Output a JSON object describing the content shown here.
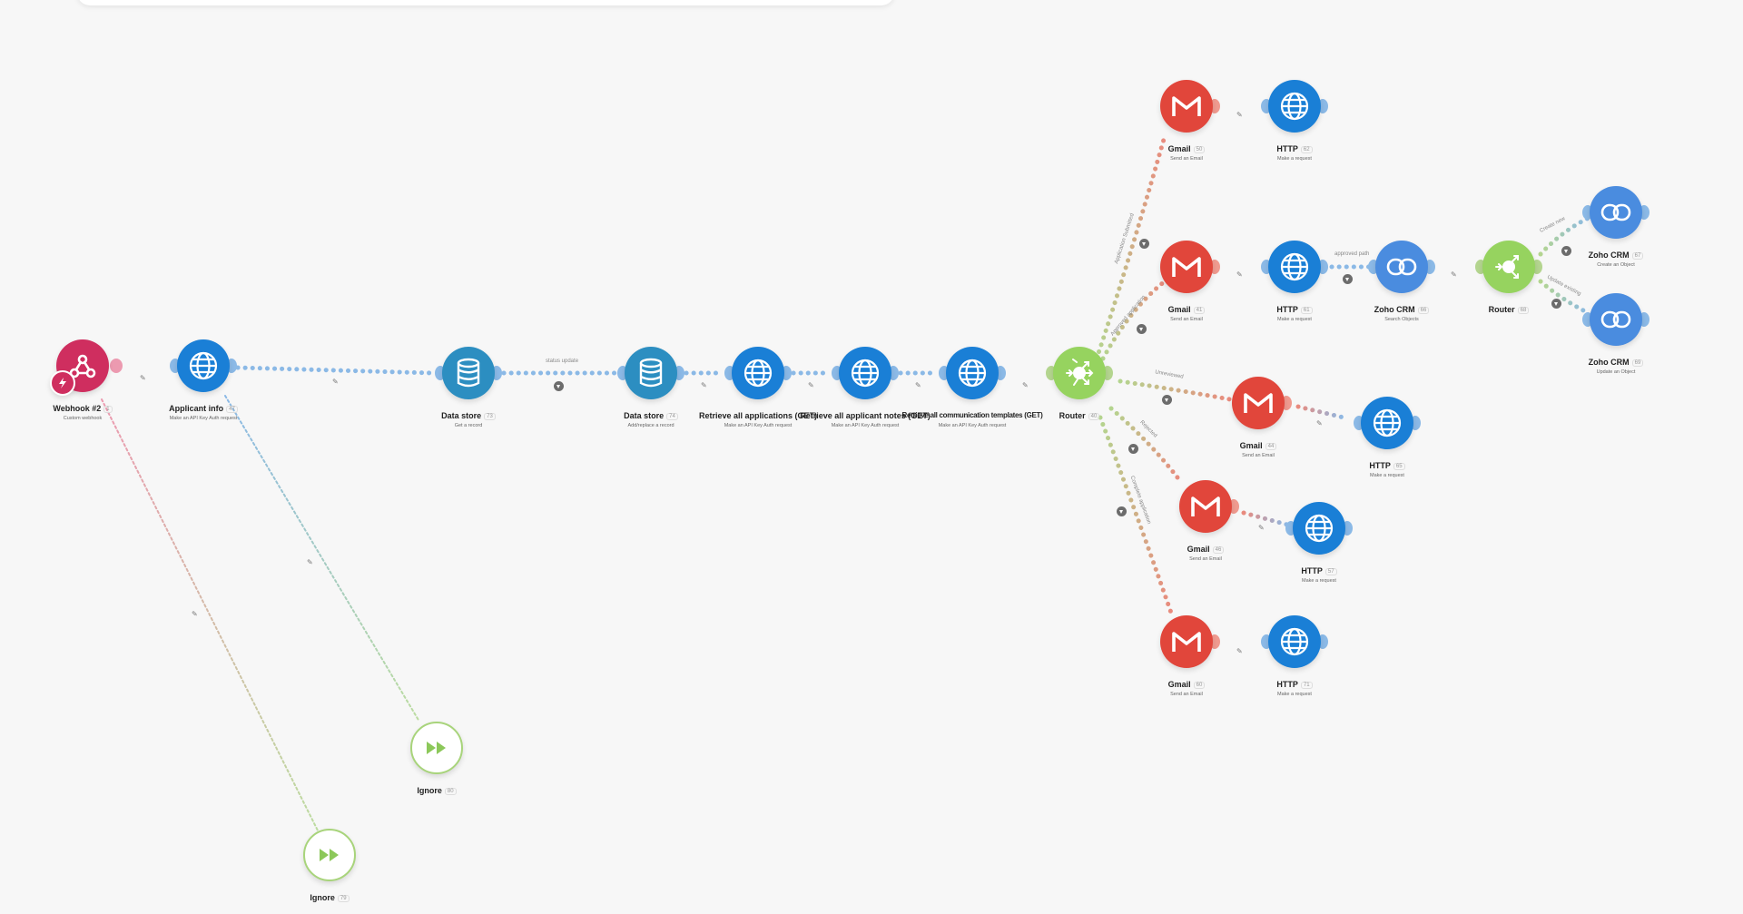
{
  "colors": {
    "gmail": "#e1463b",
    "http": "#1a7fd6",
    "datastore": "#2c8ec1",
    "webhook": "#cf2e5f",
    "router": "#96d35f",
    "zoho": "#4a8cdf",
    "ignore_ring": "#a8d47b"
  },
  "nodes": {
    "webhook": {
      "label": "Webhook #2",
      "id": "1",
      "sub": "Custom webhook",
      "icon": "webhook-icon"
    },
    "applicant_info": {
      "label": "Applicant info",
      "id": "47",
      "sub": "Make an API Key Auth request",
      "icon": "globe-icon"
    },
    "ignore_top": {
      "label": "Ignore",
      "id": "80",
      "sub": "",
      "icon": "fast-forward-icon"
    },
    "ignore_bottom": {
      "label": "Ignore",
      "id": "79",
      "sub": "",
      "icon": "fast-forward-icon"
    },
    "datastore_get": {
      "label": "Data store",
      "id": "73",
      "sub": "Get a record",
      "icon": "database-icon"
    },
    "datastore_add": {
      "label": "Data store",
      "id": "74",
      "sub": "Add/replace a record",
      "icon": "database-icon"
    },
    "retrieve_apps": {
      "label": "Retrieve all applications (GET)",
      "id": "",
      "sub": "Make an API Key Auth request",
      "icon": "globe-icon"
    },
    "retrieve_notes": {
      "label": "Retrieve all applicant notes (GET)",
      "id": "",
      "sub": "Make an API Key Auth request",
      "icon": "globe-icon"
    },
    "retrieve_templates": {
      "label": "Retrieve all communication templates (GET)",
      "id": "",
      "sub": "Make an API Key Auth request",
      "icon": "globe-icon"
    },
    "router_main": {
      "label": "Router",
      "id": "40",
      "sub": "",
      "icon": "router-icon"
    },
    "gmail_1": {
      "label": "Gmail",
      "id": "50",
      "sub": "Send an Email",
      "icon": "gmail-icon"
    },
    "http_1": {
      "label": "HTTP",
      "id": "62",
      "sub": "Make a request",
      "icon": "globe-icon"
    },
    "gmail_2": {
      "label": "Gmail",
      "id": "41",
      "sub": "Send an Email",
      "icon": "gmail-icon"
    },
    "http_2": {
      "label": "HTTP",
      "id": "61",
      "sub": "Make a request",
      "icon": "globe-icon"
    },
    "zoho_search": {
      "label": "Zoho CRM",
      "id": "66",
      "sub": "Search Objects",
      "icon": "zoho-link-icon"
    },
    "router_2": {
      "label": "Router",
      "id": "68",
      "sub": "",
      "icon": "router-icon"
    },
    "zoho_create": {
      "label": "Zoho CRM",
      "id": "67",
      "sub": "Create an Object",
      "icon": "zoho-link-icon"
    },
    "zoho_update": {
      "label": "Zoho CRM",
      "id": "69",
      "sub": "Update an Object",
      "icon": "zoho-link-icon"
    },
    "gmail_3": {
      "label": "Gmail",
      "id": "44",
      "sub": "Send an Email",
      "icon": "gmail-icon"
    },
    "http_3": {
      "label": "HTTP",
      "id": "65",
      "sub": "Make a request",
      "icon": "globe-icon"
    },
    "gmail_4": {
      "label": "Gmail",
      "id": "46",
      "sub": "Send an Email",
      "icon": "gmail-icon"
    },
    "http_4": {
      "label": "HTTP",
      "id": "57",
      "sub": "Make a request",
      "icon": "globe-icon"
    },
    "gmail_5": {
      "label": "Gmail",
      "id": "60",
      "sub": "Send an Email",
      "icon": "gmail-icon"
    },
    "http_5": {
      "label": "HTTP",
      "id": "71",
      "sub": "Make a request",
      "icon": "globe-icon"
    }
  },
  "edge_labels": {
    "status_update": "status update",
    "unreviewed": "Unreviewed",
    "route_a": "Application Submitted",
    "route_b": "Approved application",
    "route_c": "Rejected",
    "route_d": "Complete application",
    "approved_path": "approved path",
    "create_new": "Create new",
    "update_existing": "Update existing"
  }
}
